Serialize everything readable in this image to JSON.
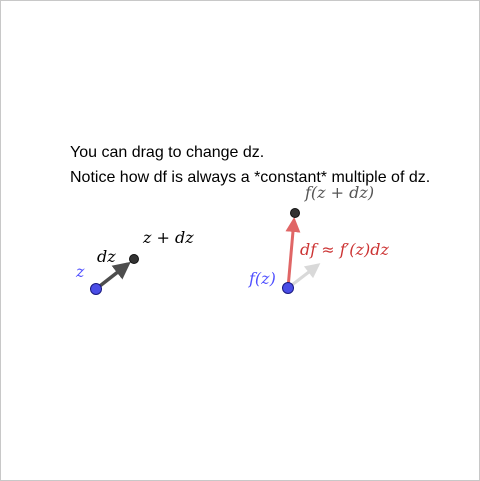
{
  "instructions": {
    "line1": "You can drag to change dz.",
    "line2": "Notice how df is always a *constant* multiple of dz."
  },
  "domain_side": {
    "point_label": "z",
    "vector_label": "dz",
    "endpoint_label": "z + dz"
  },
  "codomain_side": {
    "point_label": "f(z)",
    "endpoint_label": "f(z + dz)",
    "vector_label": "df ≈ f′(z)dz"
  },
  "colors": {
    "point_blue": "#4a4de6",
    "label_blue": "#5050ff",
    "vector_dark": "#4d4d4d",
    "vector_red": "#e06666",
    "label_red": "#cc3333",
    "ghost_vector": "#d9d9d9",
    "point_dark": "#333333"
  }
}
